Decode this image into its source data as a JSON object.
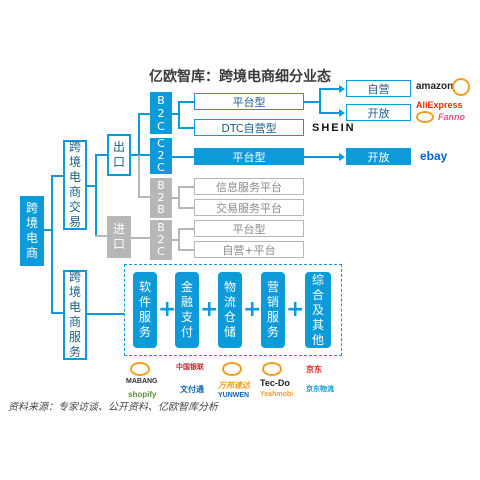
{
  "title": "亿欧智库：跨境电商细分业态",
  "root": [
    "跨",
    "境",
    "电",
    "商"
  ],
  "trade": [
    "跨",
    "境",
    "电",
    "商",
    "交",
    "易"
  ],
  "service": [
    "跨",
    "境",
    "电",
    "商",
    "服",
    "务"
  ],
  "export": [
    "出",
    "口"
  ],
  "import": [
    "进",
    "口"
  ],
  "b2c": [
    "B",
    "2",
    "C"
  ],
  "c2c": [
    "C",
    "2",
    "C"
  ],
  "b2b": [
    "B",
    "2",
    "B"
  ],
  "import_b2c": [
    "B",
    "2",
    "C"
  ],
  "b2c_platform": "平台型",
  "b2c_dtc": "DTC自营型",
  "c2c_platform": "平台型",
  "self_operated": "自营",
  "open1": "开放",
  "open2": "开放",
  "b2b_info": "信息服务平台",
  "b2b_trade": "交易服务平台",
  "import_platform": "平台型",
  "import_self_platform": "自营+平台",
  "services": [
    [
      "软",
      "件",
      "服",
      "务"
    ],
    [
      "金",
      "融",
      "支",
      "付"
    ],
    [
      "物",
      "流",
      "仓",
      "储"
    ],
    [
      "营",
      "销",
      "服",
      "务"
    ],
    [
      "综",
      "合",
      "及",
      "其",
      "他"
    ]
  ],
  "plus_sign": "+",
  "brands": {
    "amazon": "amazon",
    "aliexpress": "AliExpress",
    "fanno": "Fanno",
    "shein": "SHEIN",
    "ebay": "ebay",
    "chinapay": "中国银联",
    "maban": "MABANG",
    "shopify": "shopify",
    "wenfutong": "文付通",
    "tecdo": "Tec-Do",
    "yeahmobi": "Yeahmobi",
    "jd": "京东",
    "jdlogistics": "京东物流",
    "wanbang": "万邦速达",
    "yunwen": "YUNWEN"
  },
  "source": "资料来源：专家访谈、公开资料、亿欧智库分析",
  "colors": {
    "primary": "#0c9ad8",
    "gray": "#b7b7b7"
  }
}
